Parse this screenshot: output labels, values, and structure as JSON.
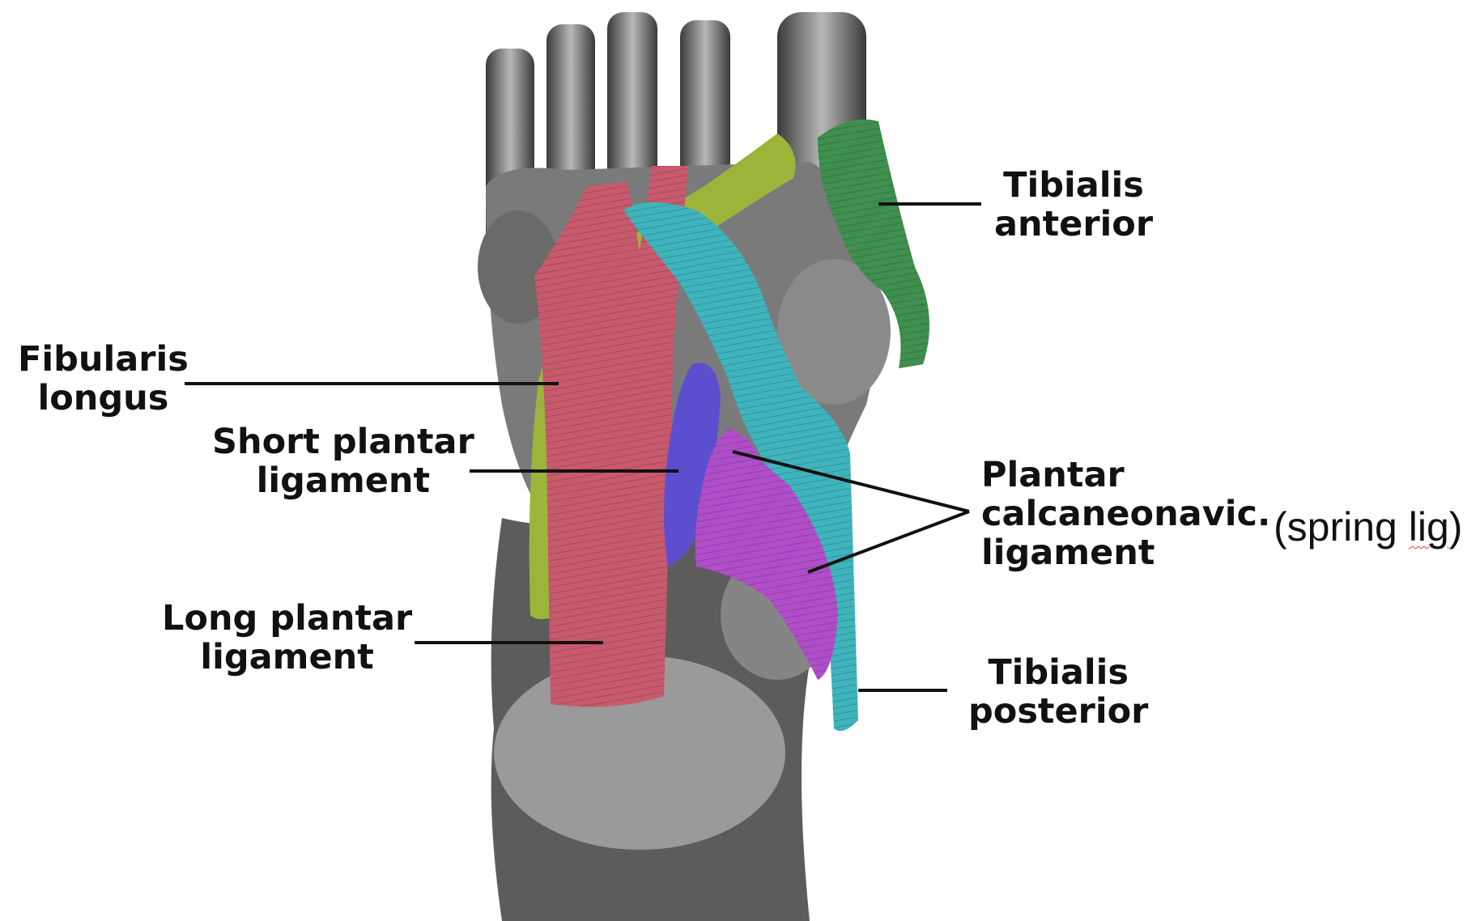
{
  "labels": {
    "tibialis_anterior": {
      "line1": "Tibialis",
      "line2": "anterior"
    },
    "fibularis_longus": {
      "line1": "Fibularis",
      "line2": "longus"
    },
    "short_plantar": {
      "line1": "Short plantar",
      "line2": "ligament"
    },
    "plantar_calcaneonavic": {
      "line1": "Plantar",
      "line2": "calcaneonavic.",
      "line3": "ligament"
    },
    "spring_note": {
      "prefix": "(spring ",
      "underlined": "lig",
      "suffix": ")"
    },
    "long_plantar": {
      "line1": "Long plantar",
      "line2": "ligament"
    },
    "tibialis_posterior": {
      "line1": "Tibialis",
      "line2": "posterior"
    }
  },
  "colors": {
    "tibialis_anterior": "#3f8f4e",
    "fibularis_longus": "#9cb43a",
    "short_plantar": "#5b4fd0",
    "spring_ligament": "#b04ec9",
    "long_plantar": "#c85a6e",
    "tibialis_posterior": "#3fb4bd",
    "bone": "#8c8c8c"
  }
}
